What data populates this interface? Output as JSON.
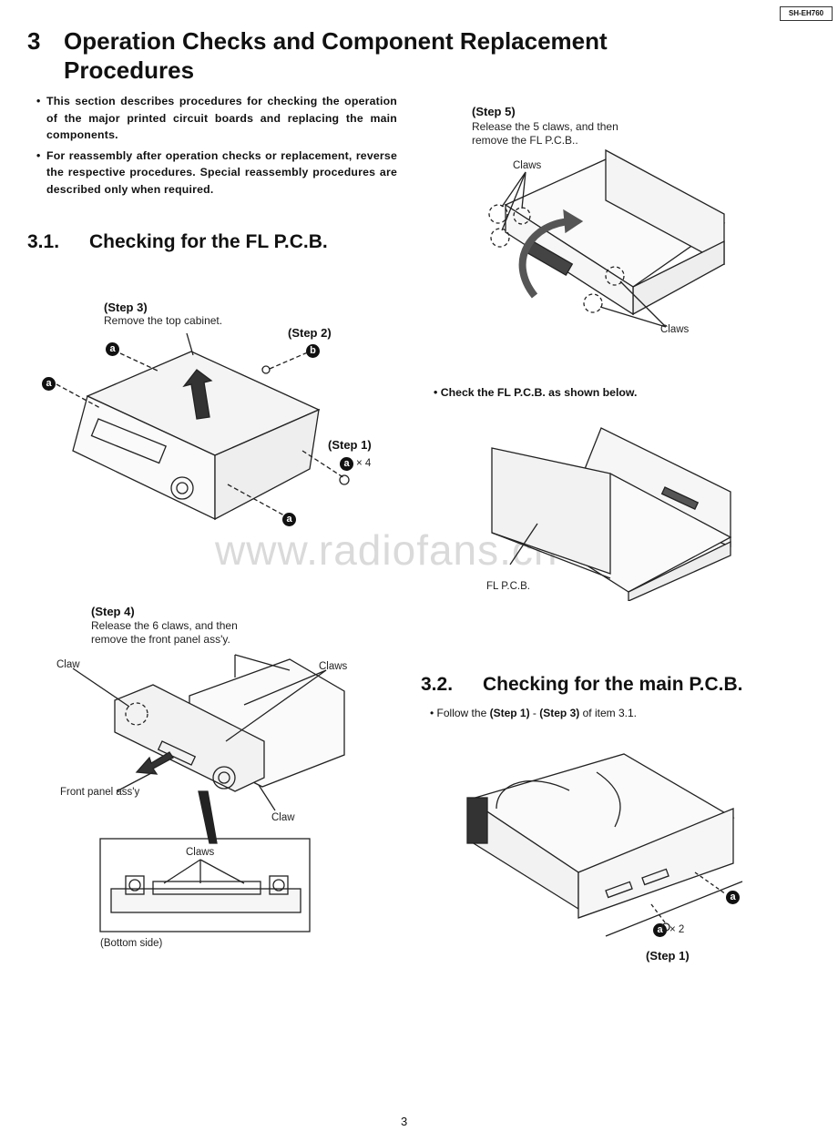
{
  "header": {
    "model": "SH-EH760"
  },
  "section": {
    "number": "3",
    "title_line1": "Operation Checks and Component Replacement",
    "title_line2": "Procedures"
  },
  "intro": [
    "This section describes procedures for checking the operation of the major printed circuit boards and replacing the main components.",
    "For reassembly after operation checks or replacement, reverse the respective procedures. Special reassembly procedures are described only when required."
  ],
  "sub31": {
    "number": "3.1.",
    "title": "Checking for the FL P.C.B."
  },
  "fig1": {
    "step3_label": "(Step 3)",
    "step3_desc": "Remove the top cabinet.",
    "step2_label": "(Step 2)",
    "step1_label": "(Step 1)",
    "screw_a": "a",
    "screw_b": "b",
    "screw_count": "× 4"
  },
  "fig2": {
    "step4_label": "(Step 4)",
    "step4_desc_1": "Release the 6 claws, and then",
    "step4_desc_2": "remove the front panel ass'y.",
    "claw_label": "Claw",
    "claws_label": "Claws",
    "front_panel_label": "Front panel ass'y",
    "claw_bottom_label": "Claw",
    "inset_claws_label": "Claws",
    "bottom_side_label": "(Bottom side)"
  },
  "fig3": {
    "step5_label": "(Step 5)",
    "step5_desc_1": "Release the 5 claws, and then",
    "step5_desc_2": "remove the FL P.C.B..",
    "claws_top": "Claws",
    "claws_bottom": "Claws"
  },
  "fig4": {
    "bullet": "Check the FL P.C.B. as shown below.",
    "fl_label": "FL P.C.B."
  },
  "sub32": {
    "number": "3.2.",
    "title": "Checking for the main P.C.B.",
    "follow_pre": "Follow the ",
    "follow_step1": "(Step 1)",
    "follow_dash": " - ",
    "follow_step3": "(Step 3)",
    "follow_post": " of item 3.1."
  },
  "fig5": {
    "screw_a": "a",
    "screw_count": "× 2",
    "step1_label": "(Step 1)"
  },
  "watermark": "www.radiofans.cn",
  "footer": {
    "page_number": "3"
  }
}
